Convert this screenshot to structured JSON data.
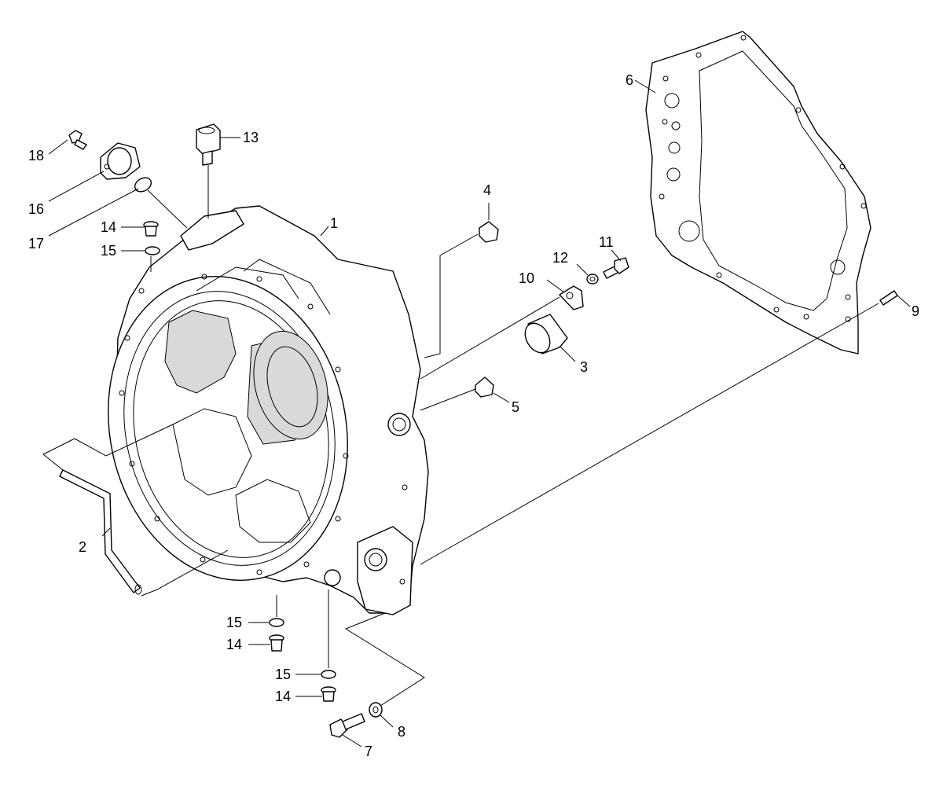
{
  "callouts": [
    {
      "id": "c1",
      "text": "1"
    },
    {
      "id": "c2",
      "text": "2"
    },
    {
      "id": "c3",
      "text": "3"
    },
    {
      "id": "c4",
      "text": "4"
    },
    {
      "id": "c5",
      "text": "5"
    },
    {
      "id": "c6",
      "text": "6"
    },
    {
      "id": "c7",
      "text": "7"
    },
    {
      "id": "c8",
      "text": "8"
    },
    {
      "id": "c9",
      "text": "9"
    },
    {
      "id": "c10",
      "text": "10"
    },
    {
      "id": "c11",
      "text": "11"
    },
    {
      "id": "c12",
      "text": "12"
    },
    {
      "id": "c13",
      "text": "13"
    },
    {
      "id": "c14a",
      "text": "14"
    },
    {
      "id": "c14b",
      "text": "14"
    },
    {
      "id": "c14c",
      "text": "14"
    },
    {
      "id": "c15a",
      "text": "15"
    },
    {
      "id": "c15b",
      "text": "15"
    },
    {
      "id": "c15c",
      "text": "15"
    },
    {
      "id": "c16",
      "text": "16"
    },
    {
      "id": "c17",
      "text": "17"
    },
    {
      "id": "c18",
      "text": "18"
    }
  ]
}
